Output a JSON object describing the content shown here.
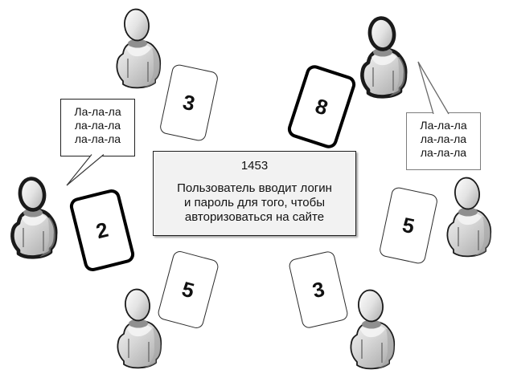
{
  "story_card": {
    "id": "1453",
    "lines": [
      "Пользователь вводит логин",
      "и пароль для того, чтобы",
      "авторизоваться на сайте"
    ]
  },
  "speech_bubbles": {
    "left": {
      "lines": [
        "Ла-ла-ла",
        "ла-ла-ла",
        "ла-ла-ла"
      ]
    },
    "right": {
      "lines": [
        "Ла-ла-ла",
        "ла-ла-ла",
        "ла-ла-ла"
      ]
    }
  },
  "cards": [
    {
      "value": "3",
      "position": "top-left",
      "emphasized": false
    },
    {
      "value": "8",
      "position": "top-right",
      "emphasized": true
    },
    {
      "value": "2",
      "position": "left",
      "emphasized": true
    },
    {
      "value": "5",
      "position": "right",
      "emphasized": false
    },
    {
      "value": "5",
      "position": "bottom-left",
      "emphasized": false
    },
    {
      "value": "3",
      "position": "bottom-right",
      "emphasized": false
    }
  ],
  "participants": [
    {
      "position": "top-left",
      "emphasized": false
    },
    {
      "position": "top-right",
      "emphasized": true
    },
    {
      "position": "left",
      "emphasized": true
    },
    {
      "position": "right",
      "emphasized": false
    },
    {
      "position": "bottom-left",
      "emphasized": false
    },
    {
      "position": "bottom-right",
      "emphasized": false
    }
  ],
  "icons": {
    "participant": "person-bust-icon"
  },
  "colors": {
    "background": "#ffffff",
    "outline": "#1a1a1a",
    "emphasis_outline": "#000000",
    "card_background": "#ffffff",
    "story_card_background": "#f2f2f2",
    "bubble_border_left": "#222222",
    "bubble_border_right": "#7d7d7d"
  }
}
